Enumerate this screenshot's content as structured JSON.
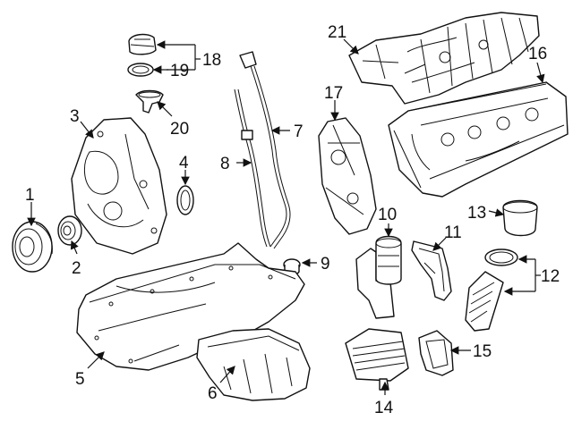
{
  "diagram": {
    "colors": {
      "line": "#111111",
      "background": "#ffffff"
    },
    "callouts": {
      "c1": "1",
      "c2": "2",
      "c3": "3",
      "c4": "4",
      "c5": "5",
      "c6": "6",
      "c7": "7",
      "c8": "8",
      "c9": "9",
      "c10": "10",
      "c11": "11",
      "c12": "12",
      "c13": "13",
      "c14": "14",
      "c15": "15",
      "c16": "16",
      "c17": "17",
      "c18": "18",
      "c19": "19",
      "c20": "20",
      "c21": "21"
    }
  }
}
